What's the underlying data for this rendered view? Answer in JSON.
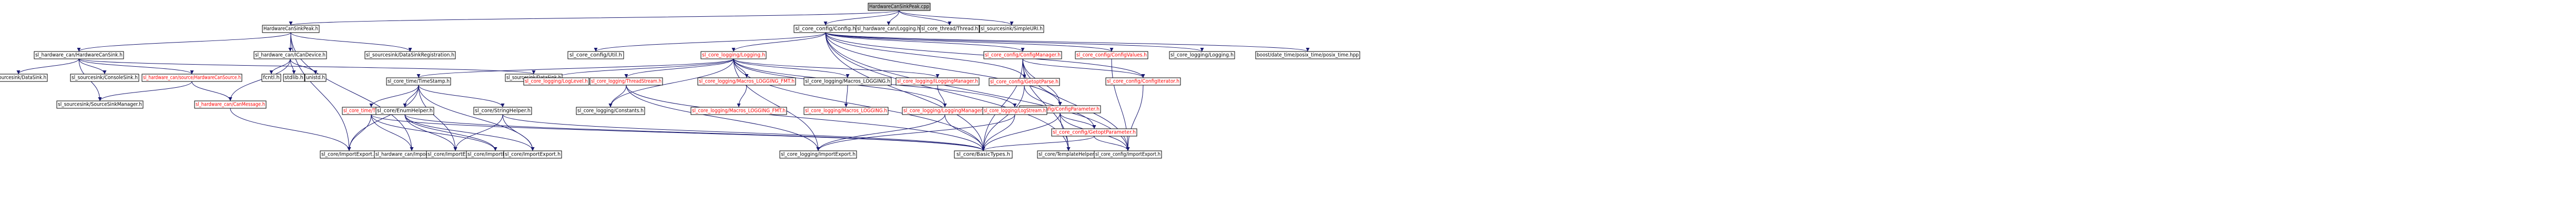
{
  "diagram": {
    "nodes": [
      {
        "id": "root",
        "label": "HardwareCanSinkPeak.cpp",
        "style": "root"
      },
      {
        "id": "n1",
        "label": "HardwareCanSinkPeak.h",
        "style": "black"
      },
      {
        "id": "n2",
        "label": "sl_core_config/Config.h",
        "style": "black"
      },
      {
        "id": "n3",
        "label": "sl_hardware_can/Logging.h",
        "style": "black"
      },
      {
        "id": "n4",
        "label": "sl_core_thread/Thread.h",
        "style": "black"
      },
      {
        "id": "n5",
        "label": "sl_sourcesink/SimpleURI.h",
        "style": "black"
      },
      {
        "id": "n6",
        "label": "sl_hardware_can/HardwareCanSink.h",
        "style": "black"
      },
      {
        "id": "n7",
        "label": "sl_hardware_can/ICanDevice.h",
        "style": "black"
      },
      {
        "id": "n8",
        "label": "sl_sourcesink/DataSinkRegistration.h",
        "style": "black"
      },
      {
        "id": "n9",
        "label": "sl_core_config/Util.h",
        "style": "black"
      },
      {
        "id": "n10",
        "label": "sl_core_logging/Logging.h",
        "style": "red"
      },
      {
        "id": "n11",
        "label": "sl_core_config/ConfigManager.h",
        "style": "red"
      },
      {
        "id": "n12",
        "label": "sl_core_config/ConfigValues.h",
        "style": "red"
      },
      {
        "id": "n13",
        "label": "sl_core_logging/Logging.h",
        "style": "black"
      },
      {
        "id": "n14",
        "label": "boost/date_time/posix_time/posix_time.hpp",
        "style": "black"
      },
      {
        "id": "n15",
        "label": "sl_sourcesink/DataSink.h",
        "style": "black"
      },
      {
        "id": "n16",
        "label": "sl_sourcesink/ConsoleSink.h",
        "style": "black"
      },
      {
        "id": "n17",
        "label": "sl_hardware_can/source/HardwareCanSource.h",
        "style": "red"
      },
      {
        "id": "n18",
        "label": "sl_sourcesink/DataSink.h",
        "style": "black"
      },
      {
        "id": "n19",
        "label": "sl_sourcesink/SourceSinkManager.h",
        "style": "black"
      },
      {
        "id": "n20",
        "label": "sl_hardware_can/CanMessage.h",
        "style": "red"
      },
      {
        "id": "n21",
        "label": "fcntl.h",
        "style": "black"
      },
      {
        "id": "n22",
        "label": "stdlib.h",
        "style": "black"
      },
      {
        "id": "n23",
        "label": "unistd.h",
        "style": "black"
      },
      {
        "id": "n24",
        "label": "sl_core_time/TimeStamp.h",
        "style": "black"
      },
      {
        "id": "n25",
        "label": "sl_core_logging/LogLevel.h",
        "style": "red"
      },
      {
        "id": "n26",
        "label": "sl_core_logging/ThreadStream.h",
        "style": "red"
      },
      {
        "id": "n27",
        "label": "sl_core_logging/Macros_LOGGING_FMT.h",
        "style": "red"
      },
      {
        "id": "n28",
        "label": "sl_core_logging/Macros_LOGGING.h",
        "style": "black"
      },
      {
        "id": "n29",
        "label": "sl_core_logging/ILoggingManager.h",
        "style": "red"
      },
      {
        "id": "n30",
        "label": "sl_core_config/GetoptParse.h",
        "style": "red"
      },
      {
        "id": "n31",
        "label": "sl_core_config/ConfigParameter.h",
        "style": "red"
      },
      {
        "id": "n32",
        "label": "sl_core_config/ConfigIterator.h",
        "style": "red"
      },
      {
        "id": "n33",
        "label": "sl_core_time/TimeSpan.h",
        "style": "red"
      },
      {
        "id": "n34",
        "label": "sl_core/EnumHelper.h",
        "style": "black"
      },
      {
        "id": "n35",
        "label": "sl_core/StringHelper.h",
        "style": "black"
      },
      {
        "id": "n36",
        "label": "sl_core_logging/Constants.h",
        "style": "black"
      },
      {
        "id": "n37",
        "label": "sl_core_logging/Macros_LOGGING_FMT.h",
        "style": "red"
      },
      {
        "id": "n38",
        "label": "sl_core_logging/Macros_LOGGING.h",
        "style": "red"
      },
      {
        "id": "n39",
        "label": "sl_core_logging/LoggingManager.h",
        "style": "red"
      },
      {
        "id": "n40",
        "label": "sl_core_logging/LogStream.h",
        "style": "red"
      },
      {
        "id": "n41",
        "label": "sl_core_config/GetoptParameter.h",
        "style": "red"
      },
      {
        "id": "n42",
        "label": "sl_core/ImportExport.h",
        "style": "black"
      },
      {
        "id": "n43",
        "label": "sl_hardware_can/ImportExport.h",
        "style": "black"
      },
      {
        "id": "n44",
        "label": "sl_core/ImportExport.h",
        "style": "black"
      },
      {
        "id": "n45",
        "label": "sl_core/ImportExport.h",
        "style": "black"
      },
      {
        "id": "n46",
        "label": "sl_core/ImportExport.h",
        "style": "black"
      },
      {
        "id": "n47",
        "label": "sl_core_logging/ImportExport.h",
        "style": "black"
      },
      {
        "id": "n48",
        "label": "sl_core/BasicTypes.h",
        "style": "black"
      },
      {
        "id": "n49",
        "label": "sl_core/TemplateHelper.h",
        "style": "black"
      },
      {
        "id": "n50",
        "label": "sl_core_config/ImportExport.h",
        "style": "black"
      }
    ],
    "edges": [
      [
        "root",
        "n1"
      ],
      [
        "root",
        "n2"
      ],
      [
        "root",
        "n3"
      ],
      [
        "root",
        "n4"
      ],
      [
        "root",
        "n5"
      ],
      [
        "n1",
        "n6"
      ],
      [
        "n1",
        "n7"
      ],
      [
        "n1",
        "n8"
      ],
      [
        "n1",
        "n42"
      ],
      [
        "n1",
        "n43"
      ],
      [
        "n2",
        "n9"
      ],
      [
        "n2",
        "n10"
      ],
      [
        "n2",
        "n11"
      ],
      [
        "n2",
        "n12"
      ],
      [
        "n2",
        "n13"
      ],
      [
        "n2",
        "n14"
      ],
      [
        "n2",
        "n30"
      ],
      [
        "n2",
        "n31"
      ],
      [
        "n2",
        "n32"
      ],
      [
        "n2",
        "n48"
      ],
      [
        "n2",
        "n49"
      ],
      [
        "n2",
        "n50"
      ],
      [
        "n6",
        "n15"
      ],
      [
        "n6",
        "n16"
      ],
      [
        "n6",
        "n17"
      ],
      [
        "n6",
        "n18"
      ],
      [
        "n6",
        "n19"
      ],
      [
        "n7",
        "n21"
      ],
      [
        "n7",
        "n22"
      ],
      [
        "n7",
        "n23"
      ],
      [
        "n7",
        "n20"
      ],
      [
        "n17",
        "n19"
      ],
      [
        "n17",
        "n20"
      ],
      [
        "n20",
        "n42"
      ],
      [
        "n10",
        "n24"
      ],
      [
        "n10",
        "n25"
      ],
      [
        "n10",
        "n26"
      ],
      [
        "n10",
        "n27"
      ],
      [
        "n10",
        "n28"
      ],
      [
        "n10",
        "n29"
      ],
      [
        "n10",
        "n36"
      ],
      [
        "n10",
        "n47"
      ],
      [
        "n10",
        "n48"
      ],
      [
        "n10",
        "n40"
      ],
      [
        "n10",
        "n39"
      ],
      [
        "n11",
        "n31"
      ],
      [
        "n11",
        "n32"
      ],
      [
        "n11",
        "n30"
      ],
      [
        "n11",
        "n49"
      ],
      [
        "n11",
        "n50"
      ],
      [
        "n11",
        "n48"
      ],
      [
        "n12",
        "n50"
      ],
      [
        "n24",
        "n33"
      ],
      [
        "n24",
        "n34"
      ],
      [
        "n24",
        "n35"
      ],
      [
        "n24",
        "n42"
      ],
      [
        "n24",
        "n44"
      ],
      [
        "n24",
        "n46"
      ],
      [
        "n26",
        "n36"
      ],
      [
        "n26",
        "n47"
      ],
      [
        "n26",
        "n48"
      ],
      [
        "n27",
        "n37"
      ],
      [
        "n28",
        "n38"
      ],
      [
        "n29",
        "n39"
      ],
      [
        "n30",
        "n41"
      ],
      [
        "n30",
        "n48"
      ],
      [
        "n31",
        "n41"
      ],
      [
        "n31",
        "n48"
      ],
      [
        "n31",
        "n49"
      ],
      [
        "n31",
        "n50"
      ],
      [
        "n32",
        "n50"
      ],
      [
        "n33",
        "n42"
      ],
      [
        "n33",
        "n43"
      ],
      [
        "n33",
        "n45"
      ],
      [
        "n33",
        "n48"
      ],
      [
        "n34",
        "n44"
      ],
      [
        "n34",
        "n45"
      ],
      [
        "n34",
        "n46"
      ],
      [
        "n34",
        "n48"
      ],
      [
        "n35",
        "n44"
      ],
      [
        "n35",
        "n46"
      ],
      [
        "n35",
        "n48"
      ],
      [
        "n39",
        "n47"
      ],
      [
        "n39",
        "n48"
      ],
      [
        "n40",
        "n47"
      ],
      [
        "n40",
        "n48"
      ],
      [
        "n41",
        "n48"
      ],
      [
        "n41",
        "n50"
      ]
    ]
  }
}
